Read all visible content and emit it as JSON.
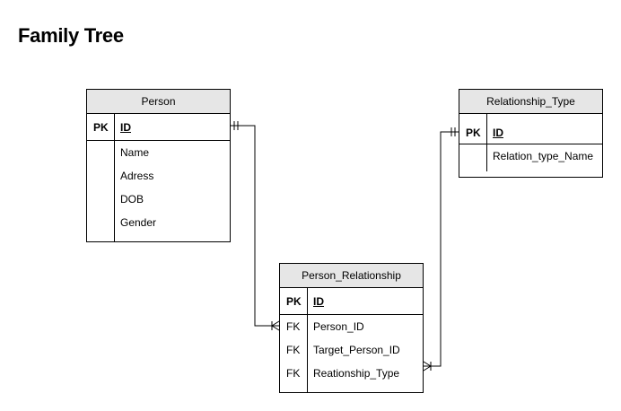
{
  "diagram": {
    "title": "Family Tree",
    "entities": {
      "person": {
        "name": "Person",
        "pk_label": "PK",
        "pk_field": "ID",
        "attributes": [
          "Name",
          "Adress",
          "DOB",
          "Gender"
        ]
      },
      "relationship_type": {
        "name": "Relationship_Type",
        "pk_label": "PK",
        "pk_field": "ID",
        "attributes": [
          "Relation_type_Name"
        ]
      },
      "person_relationship": {
        "name": "Person_Relationship",
        "pk_label": "PK",
        "pk_field": "ID",
        "fk_label": "FK",
        "foreign_keys": [
          "Person_ID",
          "Target_Person_ID",
          "Reationship_Type"
        ]
      }
    }
  }
}
